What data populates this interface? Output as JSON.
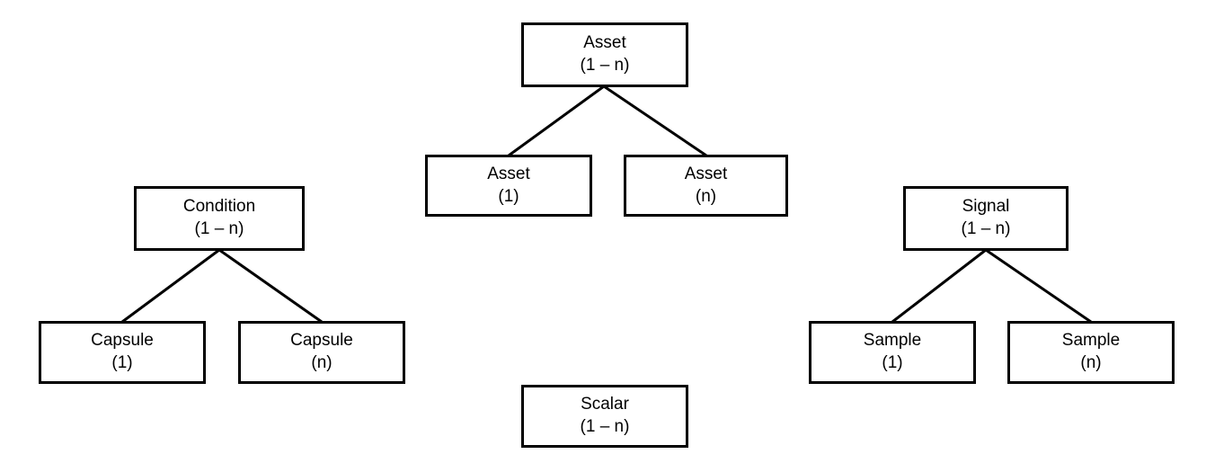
{
  "diagram": {
    "type": "entity-hierarchy-tree",
    "background_color": "#ffffff",
    "line_color": "#000000",
    "text_color": "#000000",
    "groups": [
      {
        "name": "asset-group",
        "root": {
          "title": "Asset",
          "cardinality": "(1 – n)"
        },
        "children": [
          {
            "title": "Asset",
            "cardinality": "(1)"
          },
          {
            "title": "Asset",
            "cardinality": "(n)"
          }
        ]
      },
      {
        "name": "condition-group",
        "root": {
          "title": "Condition",
          "cardinality": "(1 – n)"
        },
        "children": [
          {
            "title": "Capsule",
            "cardinality": "(1)"
          },
          {
            "title": "Capsule",
            "cardinality": "(n)"
          }
        ]
      },
      {
        "name": "signal-group",
        "root": {
          "title": "Signal",
          "cardinality": "(1 – n)"
        },
        "children": [
          {
            "title": "Sample",
            "cardinality": "(1)"
          },
          {
            "title": "Sample",
            "cardinality": "(n)"
          }
        ]
      },
      {
        "name": "scalar-group",
        "root": {
          "title": "Scalar",
          "cardinality": "(1 – n)"
        },
        "children": []
      }
    ]
  }
}
